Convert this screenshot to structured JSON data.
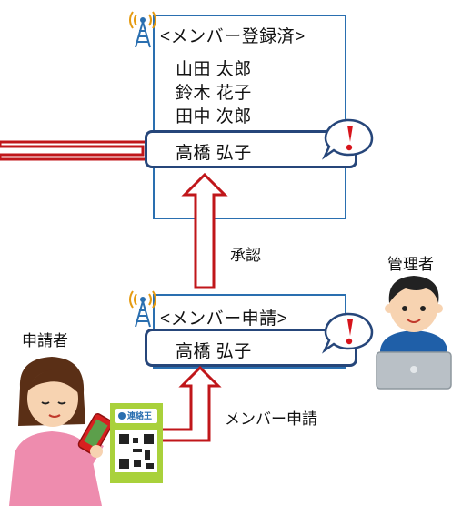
{
  "registered_panel": {
    "title": "<メンバー登録済>",
    "members": [
      "山田 太郎",
      "鈴木 花子",
      "田中 次郎"
    ],
    "new_member": "高橋 弘子"
  },
  "request_panel": {
    "title": "<メンバー申請>",
    "member": "高橋 弘子"
  },
  "labels": {
    "approve": "承認",
    "admin": "管理者",
    "applicant": "申請者",
    "member_request": "メンバー申請",
    "app_logo": "連絡王"
  },
  "colors": {
    "panel_border": "#2a6fb0",
    "highlight_border": "#26467a",
    "arrow": "#c0161a",
    "alert": "#d7141b"
  },
  "icons": [
    "antenna-icon",
    "alert-icon",
    "admin-person-icon",
    "applicant-person-icon",
    "qr-card-icon"
  ]
}
